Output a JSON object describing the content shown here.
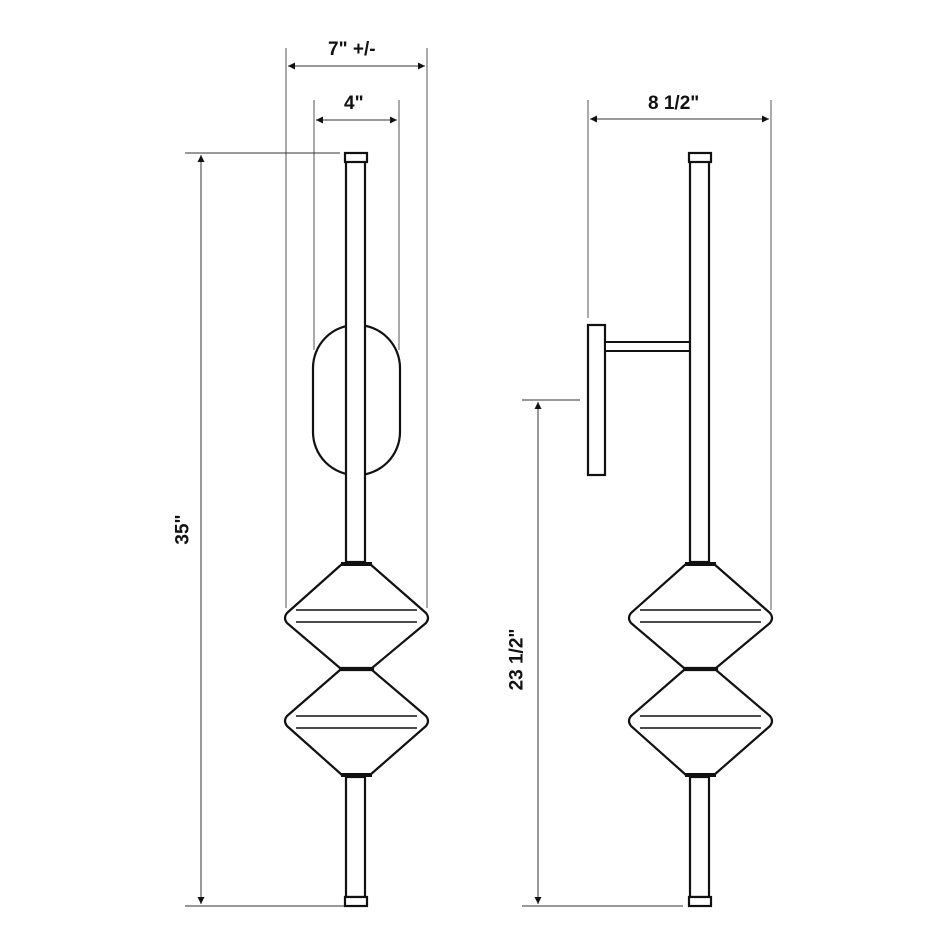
{
  "diagram": {
    "type": "dimensioned-technical-drawing",
    "subject": "wall sconce with two stacked diamond-shaped glass shades on a vertical rod",
    "colors": {
      "line": "#111111",
      "dimension_line": "#333333",
      "background": "#ffffff"
    },
    "views": [
      {
        "name": "front-view",
        "components": [
          "vertical rod",
          "oval wall backplate",
          "upper diamond shade",
          "lower diamond shade",
          "top end cap",
          "bottom end cap"
        ]
      },
      {
        "name": "side-view",
        "components": [
          "vertical rod",
          "rectangular wall plate",
          "horizontal arm",
          "upper diamond shade",
          "lower diamond shade",
          "top end cap",
          "bottom end cap"
        ]
      }
    ],
    "dimensions": {
      "front_overall_width": "7\" +/-",
      "front_backplate_width": "4\"",
      "front_overall_height": "35\"",
      "side_depth": "8 1/2\"",
      "side_mount_to_bottom": "23 1/2\""
    }
  }
}
